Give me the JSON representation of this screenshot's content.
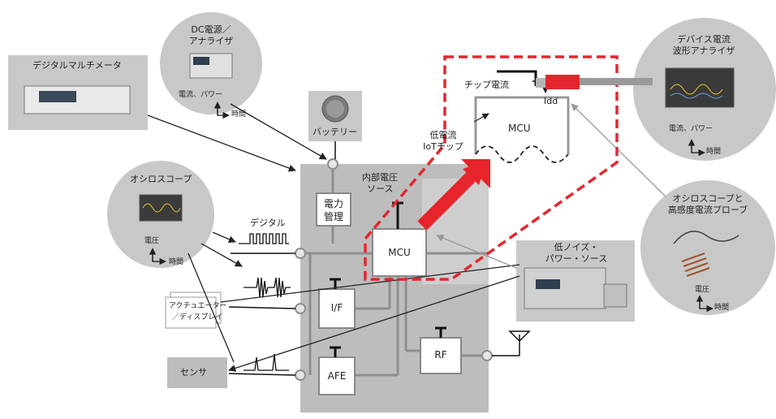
{
  "instruments": {
    "dmm": "デジタルマルチメータ",
    "dc_power_line1": "DC電源／",
    "dc_power_line2": "アナライザ",
    "dc_power_axis_y": "電流、パワー",
    "dc_power_axis_x": "時間",
    "battery": "バッテリー",
    "oscilloscope": "オシロスコープ",
    "osc_axis_y": "電圧",
    "osc_axis_x": "時間",
    "device_analyzer_line1": "デバイス電流",
    "device_analyzer_line2": "波形アナライザ",
    "device_axis_y": "電流、パワー",
    "device_axis_x": "時間",
    "probe_line1": "オシロスコープと",
    "probe_line2": "高感度電流プローブ",
    "probe_axis_y": "電圧",
    "probe_axis_x": "時間",
    "low_noise_line1": "低ノイズ・",
    "low_noise_line2": "パワー・ソース"
  },
  "blocks": {
    "internal_voltage_line1": "内部電圧",
    "internal_voltage_line2": "ソース",
    "power_mgmt_line1": "電力",
    "power_mgmt_line2": "管理",
    "mcu": "MCU",
    "if": "I/F",
    "afe": "AFE",
    "rf": "RF",
    "actuator_line1": "アクチュエーター",
    "actuator_line2": "／ディスプレイ",
    "sensor": "センサ"
  },
  "signals": {
    "digital": "デジタル"
  },
  "zoom": {
    "chip_current": "チップ電流",
    "idd": "Idd",
    "mcu": "MCU",
    "iot_line1": "低電流",
    "iot_line2": "IoTチップ"
  },
  "colors": {
    "circle_fill": "#c8c8c8",
    "board_fill": "#bdbdbd",
    "dash_red": "#e3262e",
    "arrow_red": "#e8242b"
  }
}
